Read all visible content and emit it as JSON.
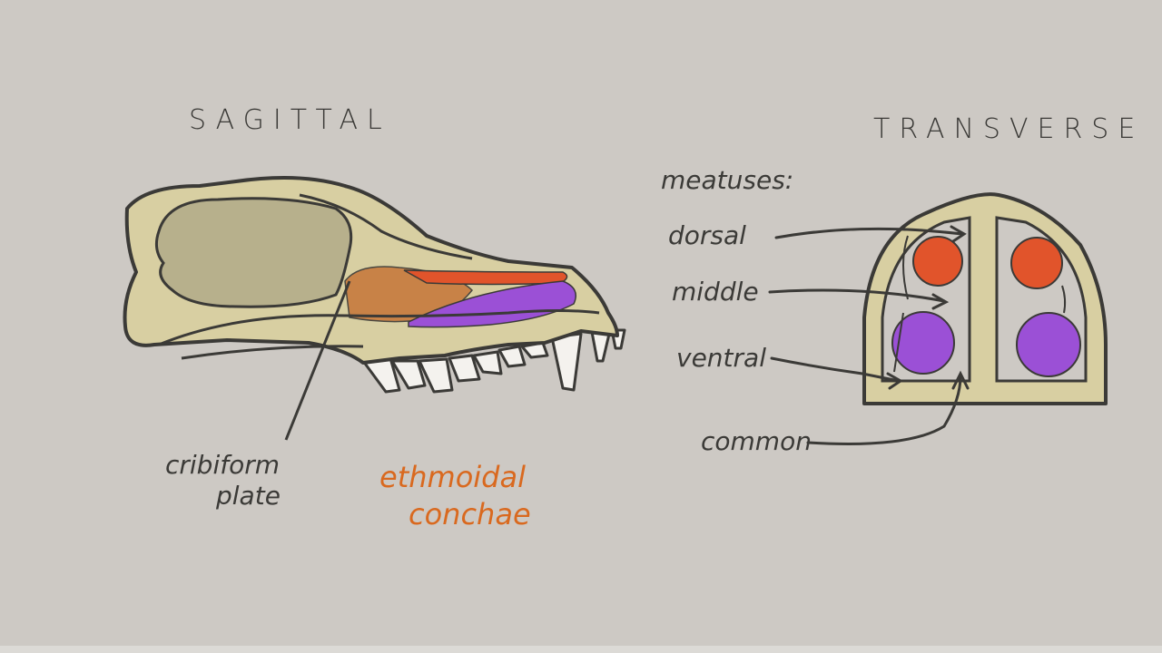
{
  "sagittal": {
    "title": "SAGITTAL",
    "cribriform_label": [
      "cribiform",
      "plate"
    ],
    "ethmoidal_label": [
      "ethmoidal",
      "conchae"
    ]
  },
  "transverse": {
    "title": "TRANSVERSE",
    "meatuses_heading": "meatuses:",
    "meatuses": [
      "dorsal",
      "middle",
      "ventral",
      "common"
    ]
  },
  "colors": {
    "background": "#cdc9c4",
    "bone": "#d8cfa2",
    "brain_cavity": "#b7b08c",
    "dorsal_concha": "#e1542b",
    "ventral_concha": "#9b50d6",
    "ethmoidal": "#c77a3e",
    "ink": "#3b3a37",
    "label_orange": "#d9691f"
  }
}
